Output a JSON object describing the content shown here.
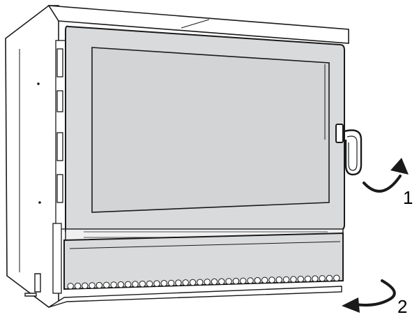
{
  "diagram": {
    "steps": [
      {
        "number": "1",
        "direction": "rotate-up"
      },
      {
        "number": "2",
        "direction": "rotate-left"
      }
    ],
    "colors": {
      "panel_fill": "#d9dadc",
      "outline": "#1a1a1a",
      "background": "#ffffff"
    }
  }
}
